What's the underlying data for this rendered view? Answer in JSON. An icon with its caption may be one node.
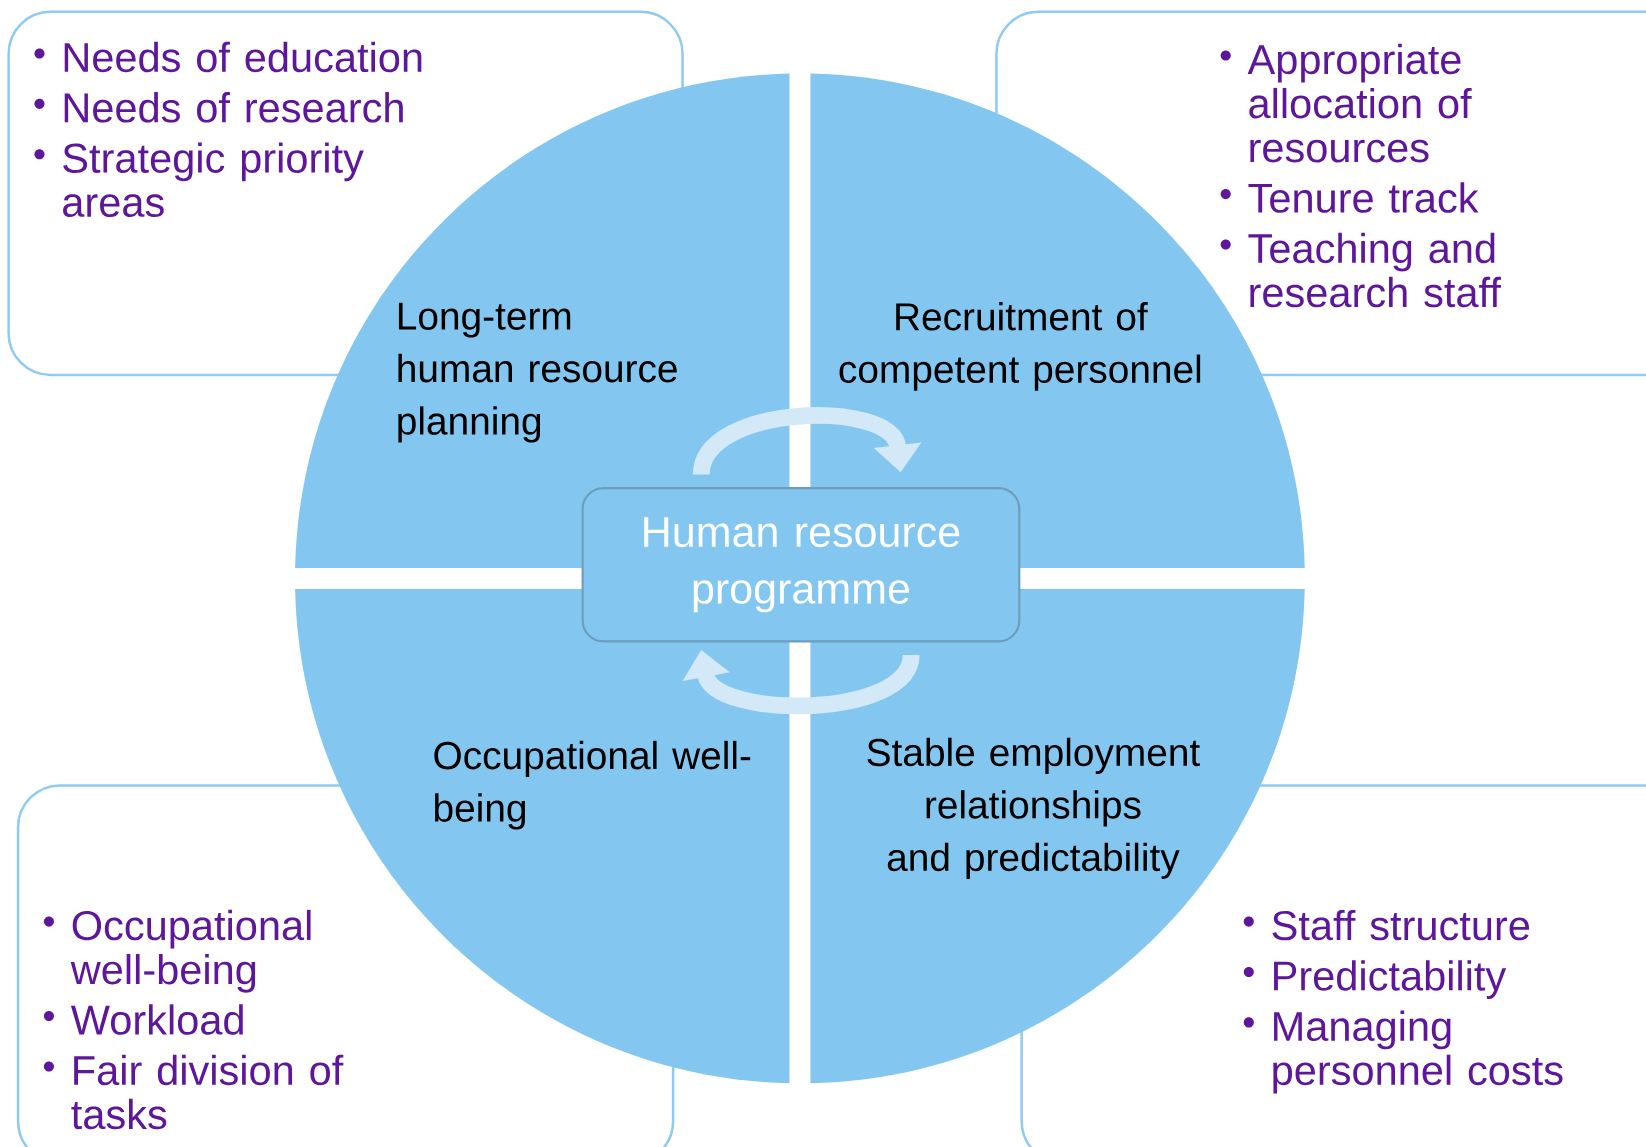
{
  "diagram": {
    "nodes": [
      {
        "text": [
          "Needs of education",
          "Needs of research",
          "Strategic priority areas"
        ]
      },
      {
        "text": [
          "Appropriate allocation of resources",
          "Tenure track",
          "Teaching and research staff"
        ]
      },
      {
        "text": [
          "Long-term human resource planning"
        ]
      },
      {
        "text": [
          "Recruitment of competent personnel"
        ]
      },
      {
        "text": [
          "Human resource programme"
        ]
      },
      {
        "text": [
          "Occupational well-being"
        ]
      },
      {
        "text": [
          "Stable employment relationships and predictability"
        ]
      },
      {
        "text": [
          "Occupational well-being",
          "Workload",
          "Fair division of tasks"
        ]
      },
      {
        "text": [
          "Staff structure",
          "Predictability",
          "Managing personnel costs"
        ]
      }
    ],
    "edges": [
      {
        "from": 2,
        "to": 3,
        "arrow": "to"
      },
      {
        "from": 6,
        "to": 5,
        "arrow": "to"
      }
    ]
  }
}
